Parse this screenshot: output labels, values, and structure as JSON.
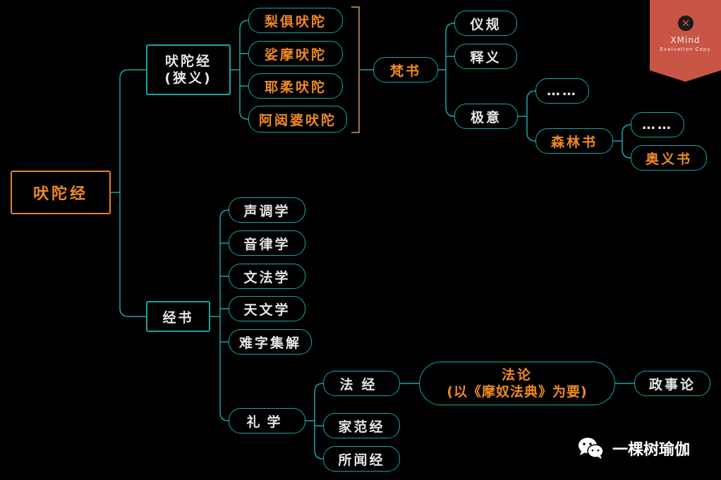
{
  "root": "吠陀经",
  "narrow": {
    "line1": "吠陀经",
    "line2": "(狭义)"
  },
  "samhitas": [
    "梨俱吠陀",
    "娑摩吠陀",
    "耶柔吠陀",
    "阿闼婆吠陀"
  ],
  "brahmana": "梵书",
  "ritual": "仪规",
  "explanation": "释义",
  "meaning": "极意",
  "ellipsis": "……",
  "aranyaka": "森林书",
  "upanishad": "奥义书",
  "sutra": "经书",
  "vedangas": [
    "声调学",
    "音律学",
    "文法学",
    "天文学",
    "难字集解"
  ],
  "ritual_study": "礼学",
  "dharma_sutra": "法经",
  "grhya_sutra": "家范经",
  "srauta_sutra": "所闻经",
  "dharma_shastra": {
    "line1": "法论",
    "line2": "(以《摩奴法典》为要)"
  },
  "arthashastra": "政事论",
  "watermark": {
    "name": "XMind",
    "sub": "Evaluation Copy"
  },
  "credit": "一棵树瑜伽",
  "colors": {
    "background": "#000000",
    "line": "#1aa6a6",
    "accent": "#f08a22",
    "text": "#e6e6e6",
    "watermark": "#c95547"
  }
}
